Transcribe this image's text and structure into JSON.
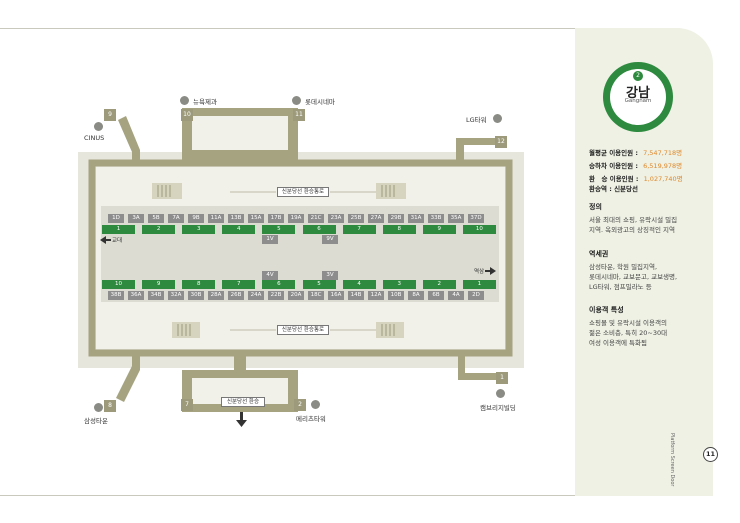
{
  "station": {
    "line_no": "2",
    "name": "강남",
    "name_en": "Gangnam",
    "line_color": "#2d8a3e"
  },
  "stats": [
    {
      "label": "월평균 이용인원 :",
      "value": "7,547,718명"
    },
    {
      "label": "승하차 이용인원 :",
      "value": "6,519,978명"
    },
    {
      "label": "환　승 이용인원 :",
      "value": "1,027,740명"
    }
  ],
  "transfer": "환승역 : 신분당선",
  "sections": [
    {
      "title": "정의",
      "lines": [
        "서울 최대의 쇼핑, 유락시설 밀집",
        "지역. 옥외광고의 상징적인 지역"
      ]
    },
    {
      "title": "역세권",
      "lines": [
        "삼성타운, 학원 밀집지역,",
        "롯데시네마, 교보문고, 교보생명,",
        "LG타워, 점프밀라노 등"
      ]
    },
    {
      "title": "이용객 특성",
      "lines": [
        "쇼핑몰 및 유락시설 이용객의",
        "젊은 소비층, 특히 20~30대",
        "여성 이용객에 특화됨"
      ]
    }
  ],
  "side_caption": "Platform Screen Door",
  "page_number": "11",
  "exits": {
    "e10": {
      "num": "10",
      "label": "뉴욕제과"
    },
    "e11": {
      "num": "11",
      "label": "롯데시네마"
    },
    "e9": {
      "num": "9",
      "label": "CINUS"
    },
    "e12": {
      "num": "12",
      "label": "LG타워"
    },
    "e8": {
      "num": "8",
      "label": "삼성타운"
    },
    "e7": {
      "num": "7",
      "label": ""
    },
    "e2": {
      "num": "2",
      "label": "메리츠타워"
    },
    "e1": {
      "num": "1",
      "label": "캠브리지빌딩"
    }
  },
  "corridors": {
    "top": "신분당선 환승통로",
    "bottom": "신분당선 환승통로",
    "south": "신분당선 환승"
  },
  "directions": {
    "left": "교대",
    "right": "역삼"
  },
  "platform_top": {
    "doors": [
      "1D",
      "3A",
      "5B",
      "7A",
      "9B",
      "11A",
      "13B",
      "15A",
      "17B",
      "19A",
      "21C",
      "23A",
      "25B",
      "27A",
      "29B",
      "31A",
      "33B",
      "35A",
      "37D"
    ],
    "cars": [
      "1",
      "2",
      "3",
      "4",
      "5",
      "6",
      "7",
      "8",
      "9",
      "10"
    ],
    "extra": [
      "1V",
      "9V"
    ]
  },
  "platform_bottom": {
    "extra": [
      "4V",
      "3V"
    ],
    "cars": [
      "10",
      "9",
      "8",
      "7",
      "6",
      "5",
      "4",
      "3",
      "2",
      "1"
    ],
    "doors": [
      "38B",
      "36A",
      "34B",
      "32A",
      "30B",
      "28A",
      "26B",
      "24A",
      "22B",
      "20A",
      "18C",
      "16A",
      "14B",
      "12A",
      "10B",
      "8A",
      "6B",
      "4A",
      "2D"
    ]
  }
}
